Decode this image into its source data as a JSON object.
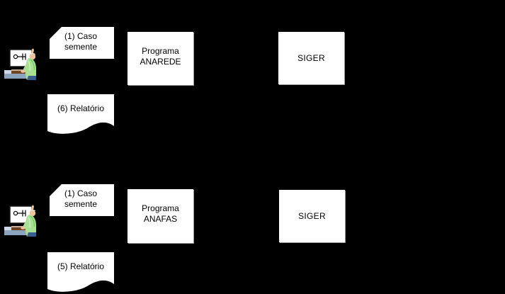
{
  "colors": {
    "background": "#000000",
    "shape_fill": "#ffffff",
    "shape_text": "#000000",
    "shadow_gray": "#9a9a9a",
    "person_shirt_green": "#a9e093",
    "person_shirt_shade": "#7cc868",
    "person_skin": "#eec49e",
    "desk_blue": "#8ca3bd",
    "desk_blue_light": "#ccd9e8",
    "keyboard_brown": "#6f4320",
    "chair_blue": "#3c5e8e"
  },
  "icons": {
    "person": "user-at-computer"
  },
  "flows": [
    {
      "id": "anarede",
      "card": {
        "line1": "(1) Caso",
        "line2": "semente"
      },
      "program": {
        "line1": "Programa",
        "line2": "ANAREDE"
      },
      "siger": {
        "label": "SIGER"
      },
      "report": {
        "label": "(6) Relatório"
      }
    },
    {
      "id": "anafas",
      "card": {
        "line1": "(1) Caso",
        "line2": "semente"
      },
      "program": {
        "line1": "Programa",
        "line2": "ANAFAS"
      },
      "siger": {
        "label": "SIGER"
      },
      "report": {
        "label": "(5) Relatório"
      }
    }
  ]
}
